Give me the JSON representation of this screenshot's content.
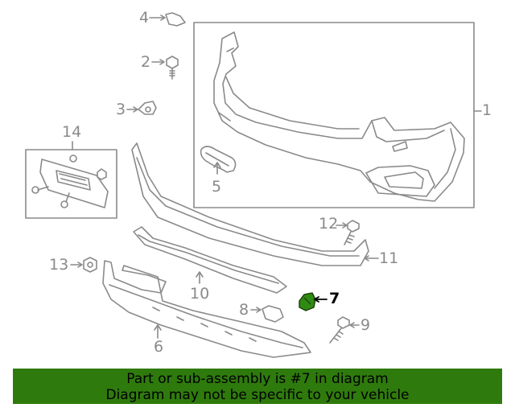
{
  "callouts": {
    "c1": "1",
    "c2": "2",
    "c3": "3",
    "c4": "4",
    "c5": "5",
    "c6": "6",
    "c7": "7",
    "c8": "8",
    "c9": "9",
    "c10": "10",
    "c11": "11",
    "c12": "12",
    "c13": "13",
    "c14": "14"
  },
  "highlighted_part": "7",
  "banner": {
    "line1": "Part or sub-assembly is #7 in diagram",
    "line2": "Diagram may not be specific to your vehicle"
  },
  "colors": {
    "line": "#8a8a8a",
    "highlight_part": "#2f8a12",
    "banner_bg": "#2f7a0d",
    "banner_text": "#000000"
  }
}
